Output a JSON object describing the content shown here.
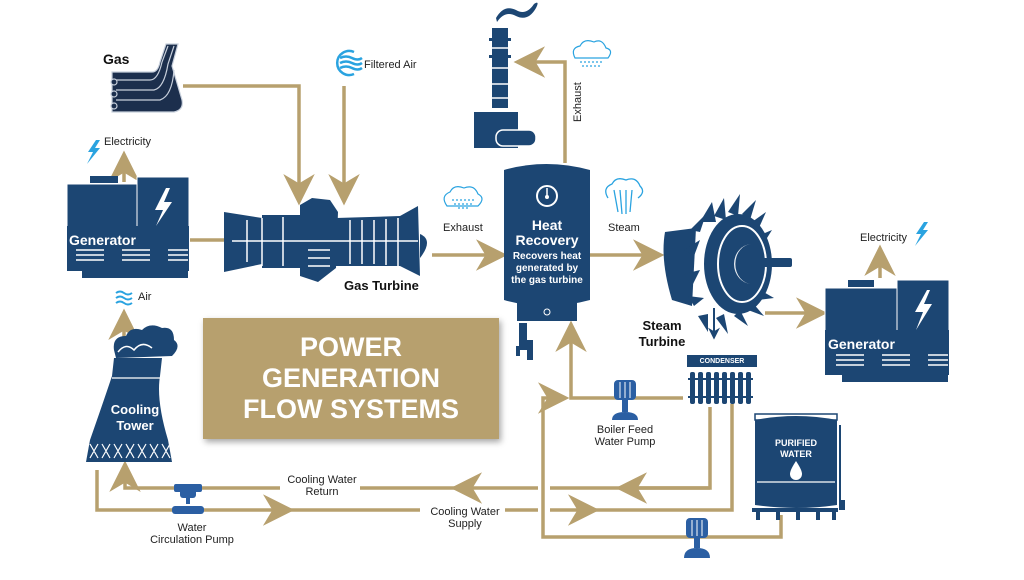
{
  "title": {
    "lines": [
      "POWER",
      "GENERATION",
      "FLOW SYSTEMS"
    ]
  },
  "colors": {
    "equipment": "#1c4673",
    "pipe": "#b7a06e",
    "accent_blue": "#2aa3e0",
    "title_box": "#b7a06e",
    "pump": "#2b5fa3"
  },
  "components": {
    "gas": {
      "label": "Gas",
      "icon": "gas-pipes-icon"
    },
    "filtered_air": {
      "label": "Filtered Air",
      "icon": "air-wave-icon"
    },
    "generator_left": {
      "label": "Generator",
      "icon": "lightning-icon",
      "output_label": "Electricity"
    },
    "gas_turbine": {
      "label": "Gas Turbine"
    },
    "exhaust_stack": {
      "label": "Exhaust",
      "icon": "smokestack-icon"
    },
    "heat_recovery": {
      "label_line1": "Heat",
      "label_line2": "Recovery",
      "desc_line1": "Recovers heat",
      "desc_line2": "generated by",
      "desc_line3": "the gas turbine",
      "icon": "gauge-icon"
    },
    "steam_turbine": {
      "label_line1": "Steam",
      "label_line2": "Turbine"
    },
    "condenser": {
      "label": "CONDENSER"
    },
    "generator_right": {
      "label": "Generator",
      "output_label": "Electricity"
    },
    "cooling_tower": {
      "label_line1": "Cooling",
      "label_line2": "Tower",
      "output_label": "Air"
    },
    "purified_water": {
      "label_line1": "PURIFIED",
      "label_line2": "WATER",
      "icon": "water-drop-icon"
    },
    "boiler_feed_pump": {
      "label_line1": "Boiler Feed",
      "label_line2": "Water Pump"
    },
    "water_circulation_pump": {
      "label_line1": "Water",
      "label_line2": "Circulation Pump"
    }
  },
  "flows": {
    "exhaust_gt_to_hrsg": "Exhaust",
    "steam": "Steam",
    "cooling_return_line1": "Cooling Water",
    "cooling_return_line2": "Return",
    "cooling_supply_line1": "Cooling Water",
    "cooling_supply_line2": "Supply"
  }
}
